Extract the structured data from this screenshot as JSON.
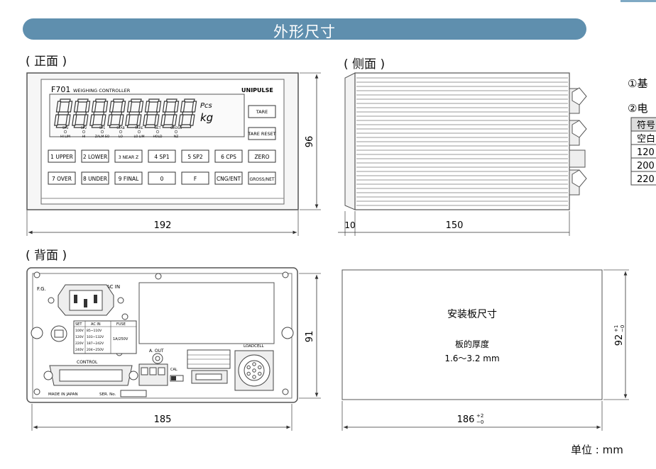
{
  "banner": {
    "title": "外形尺寸"
  },
  "sections": {
    "front": "( 正面 )",
    "side": "( 侧面 )",
    "rear": "( 背面 )"
  },
  "front": {
    "model": "F701",
    "subtitle": "WEIGHING CONTROLLER",
    "brand": "UNIPULSE",
    "unit_pcs": "Pcs",
    "unit_kg": "kg",
    "indicators": [
      {
        "top": "SP3",
        "bottom": "HI LIM"
      },
      {
        "top": "SP2",
        "bottom": "HI"
      },
      {
        "top": "SP1",
        "bottom": "ZALM SO"
      },
      {
        "top": "STAB",
        "bottom": "LO"
      },
      {
        "top": "TARE",
        "bottom": "LO LIM"
      },
      {
        "top": "NET",
        "bottom": "HOLD"
      },
      {
        "top": "GROSS",
        "bottom": "NZ"
      }
    ],
    "right_keys": [
      "TARE",
      "TARE RESET"
    ],
    "key_row1": [
      {
        "num": "1",
        "sub": "UPPER"
      },
      {
        "num": "2",
        "sub": "LOWER"
      },
      {
        "num": "3",
        "sub": "NEAR Z"
      },
      {
        "num": "4",
        "sub": "SP1"
      },
      {
        "num": "5",
        "sub": "SP2"
      },
      {
        "num": "6",
        "sub": "CPS"
      },
      {
        "num": "ZERO",
        "sub": ""
      }
    ],
    "key_row2": [
      {
        "num": "7",
        "sub": "OVER"
      },
      {
        "num": "8",
        "sub": "UNDER"
      },
      {
        "num": "9",
        "sub": "FINAL"
      },
      {
        "num": "0",
        "sub": ""
      },
      {
        "num": "F",
        "sub": ""
      },
      {
        "num": "CNG/ENT",
        "sub": ""
      },
      {
        "num": "GROSS/NET",
        "sub": ""
      }
    ],
    "width_dim": "192",
    "height_dim": "96"
  },
  "side": {
    "depth_front": "10",
    "depth_body": "150"
  },
  "rear": {
    "fg": "F.G.",
    "ac_in": "AC IN",
    "table_headers": [
      "SET",
      "AC IN",
      "FUSE"
    ],
    "table_rows": [
      [
        "100V",
        "85~110V"
      ],
      [
        "120V",
        "103~132V"
      ],
      [
        "220V",
        "187~242V"
      ],
      [
        "240V",
        "204~250V"
      ]
    ],
    "fuse": "1A/250V",
    "control": "CONTROL",
    "a_out": "A. OUT",
    "cal": "CAL",
    "loadcell": "LOADCELL",
    "made": "MADE IN JAPAN",
    "ser": "SER. No.",
    "width_dim": "185",
    "height_dim": "91"
  },
  "panel": {
    "title": "安装板尺寸",
    "thickness_label": "板的厚度",
    "thickness_value": "1.6～3.2 mm",
    "width_dim": "186",
    "width_tol_plus": "+2",
    "width_tol_minus": "−0",
    "height_dim": "92",
    "height_tol_plus": "+1",
    "height_tol_minus": "−0"
  },
  "right_notes": {
    "note1": "①基",
    "note2": "②电",
    "table_header": "符号",
    "rows": [
      "空白",
      "120",
      "200",
      "220"
    ]
  },
  "unit_note": "单位 : mm"
}
